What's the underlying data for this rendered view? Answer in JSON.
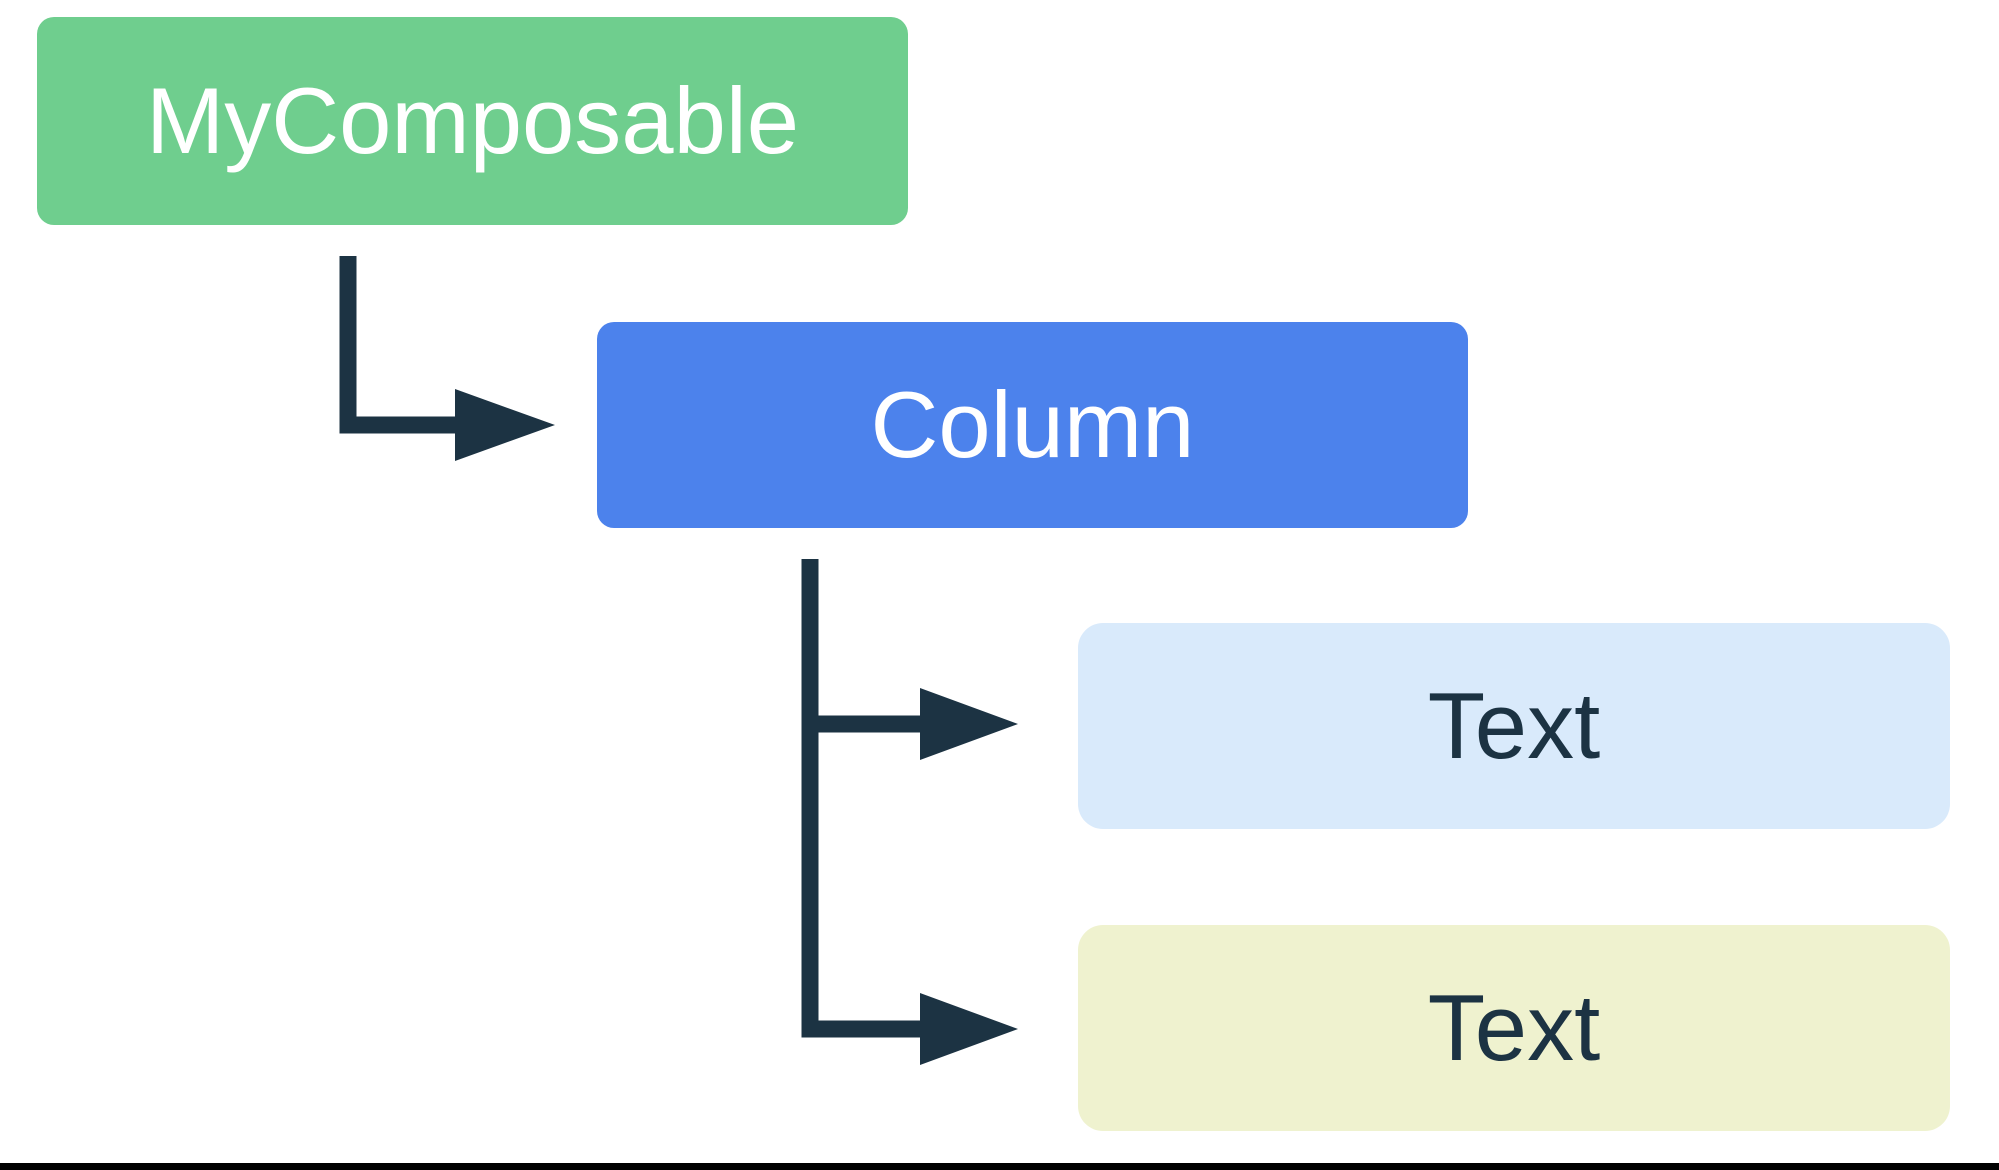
{
  "colors": {
    "background": "#FFFFFF",
    "node-green": "#6FCE8E",
    "node-blue": "#4C82EC",
    "node-lightblue": "#D9EAFB",
    "node-cream": "#EFF2CF",
    "connector": "#1C3343",
    "text-light": "#FFFFFF",
    "text-dark": "#1C3343",
    "bottom-line": "#000000"
  },
  "diagram": {
    "type": "tree",
    "nodes": [
      {
        "id": "mycomposable",
        "label": "MyComposable",
        "depth": 0,
        "color_key": "node-green",
        "text_color_key": "text-light"
      },
      {
        "id": "column",
        "label": "Column",
        "depth": 1,
        "parent": "mycomposable",
        "color_key": "node-blue",
        "text_color_key": "text-light"
      },
      {
        "id": "text-1",
        "label": "Text",
        "depth": 2,
        "parent": "column",
        "color_key": "node-lightblue",
        "text_color_key": "text-dark"
      },
      {
        "id": "text-2",
        "label": "Text",
        "depth": 2,
        "parent": "column",
        "color_key": "node-cream",
        "text_color_key": "text-dark"
      }
    ],
    "edges": [
      {
        "from": "mycomposable",
        "to": "column",
        "style": "elbow-arrow"
      },
      {
        "from": "column",
        "to": "text-1",
        "style": "elbow-arrow"
      },
      {
        "from": "column",
        "to": "text-2",
        "style": "elbow-arrow"
      }
    ]
  }
}
